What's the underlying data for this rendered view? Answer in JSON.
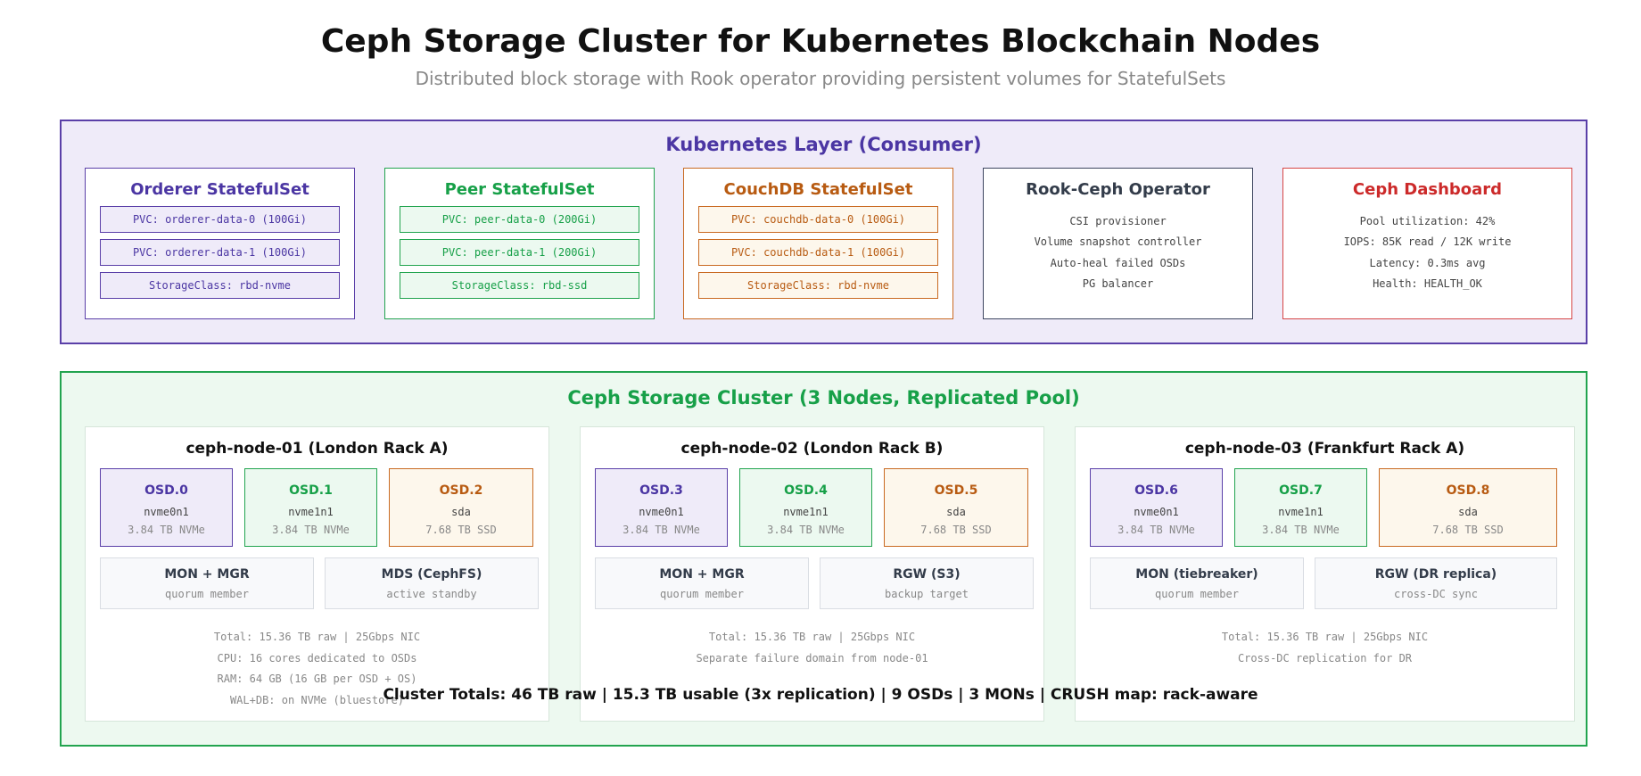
{
  "title": "Ceph Storage Cluster for Kubernetes Blockchain Nodes",
  "subtitle": "Distributed block storage with Rook operator providing persistent volumes for StatefulSets",
  "k8s": {
    "title": "Kubernetes Layer (Consumer)",
    "statefulsets": [
      {
        "title": "Orderer StatefulSet",
        "pvcs": [
          "PVC: orderer-data-0 (100Gi)",
          "PVC: orderer-data-1 (100Gi)",
          "StorageClass: rbd-nvme"
        ]
      },
      {
        "title": "Peer StatefulSet",
        "pvcs": [
          "PVC: peer-data-0 (200Gi)",
          "PVC: peer-data-1 (200Gi)",
          "StorageClass: rbd-ssd"
        ]
      },
      {
        "title": "CouchDB StatefulSet",
        "pvcs": [
          "PVC: couchdb-data-0 (100Gi)",
          "PVC: couchdb-data-1 (100Gi)",
          "StorageClass: rbd-nvme"
        ]
      }
    ],
    "operator": {
      "title": "Rook-Ceph Operator",
      "lines": [
        "CSI provisioner",
        "Volume snapshot controller",
        "Auto-heal failed OSDs",
        "PG balancer"
      ]
    },
    "dashboard": {
      "title": "Ceph Dashboard",
      "lines": [
        "Pool utilization: 42%",
        "IOPS: 85K read / 12K write",
        "Latency: 0.3ms avg",
        "Health: HEALTH_OK"
      ]
    }
  },
  "ceph": {
    "title": "Ceph Storage Cluster (3 Nodes, Replicated Pool)",
    "nodes": [
      {
        "title": "ceph-node-01 (London Rack A)",
        "osds": [
          {
            "name": "OSD.0",
            "device": "nvme0n1",
            "size": "3.84 TB NVMe"
          },
          {
            "name": "OSD.1",
            "device": "nvme1n1",
            "size": "3.84 TB NVMe"
          },
          {
            "name": "OSD.2",
            "device": "sda",
            "size": "7.68 TB SSD"
          }
        ],
        "services": [
          {
            "name": "MON + MGR",
            "sub": "quorum member"
          },
          {
            "name": "MDS (CephFS)",
            "sub": "active standby"
          }
        ],
        "notes": [
          "Total: 15.36 TB raw | 25Gbps NIC",
          "CPU: 16 cores dedicated to OSDs",
          "RAM: 64 GB (16 GB per OSD + OS)",
          "WAL+DB: on NVMe (bluestore)"
        ]
      },
      {
        "title": "ceph-node-02 (London Rack B)",
        "osds": [
          {
            "name": "OSD.3",
            "device": "nvme0n1",
            "size": "3.84 TB NVMe"
          },
          {
            "name": "OSD.4",
            "device": "nvme1n1",
            "size": "3.84 TB NVMe"
          },
          {
            "name": "OSD.5",
            "device": "sda",
            "size": "7.68 TB SSD"
          }
        ],
        "services": [
          {
            "name": "MON + MGR",
            "sub": "quorum member"
          },
          {
            "name": "RGW (S3)",
            "sub": "backup target"
          }
        ],
        "notes": [
          "Total: 15.36 TB raw | 25Gbps NIC",
          "Separate failure domain from node-01"
        ]
      },
      {
        "title": "ceph-node-03 (Frankfurt Rack A)",
        "osds": [
          {
            "name": "OSD.6",
            "device": "nvme0n1",
            "size": "3.84 TB NVMe"
          },
          {
            "name": "OSD.7",
            "device": "nvme1n1",
            "size": "3.84 TB NVMe"
          },
          {
            "name": "OSD.8",
            "device": "sda",
            "size": "7.68 TB SSD"
          }
        ],
        "services": [
          {
            "name": "MON (tiebreaker)",
            "sub": "quorum member"
          },
          {
            "name": "RGW (DR replica)",
            "sub": "cross-DC sync"
          }
        ],
        "notes": [
          "Total: 15.36 TB raw | 25Gbps NIC",
          "Cross-DC replication for DR"
        ]
      }
    ]
  },
  "totals": "Cluster Totals: 46 TB raw | 15.3 TB usable (3x replication) | 9 OSDs | 3 MONs | CRUSH map: rack-aware"
}
